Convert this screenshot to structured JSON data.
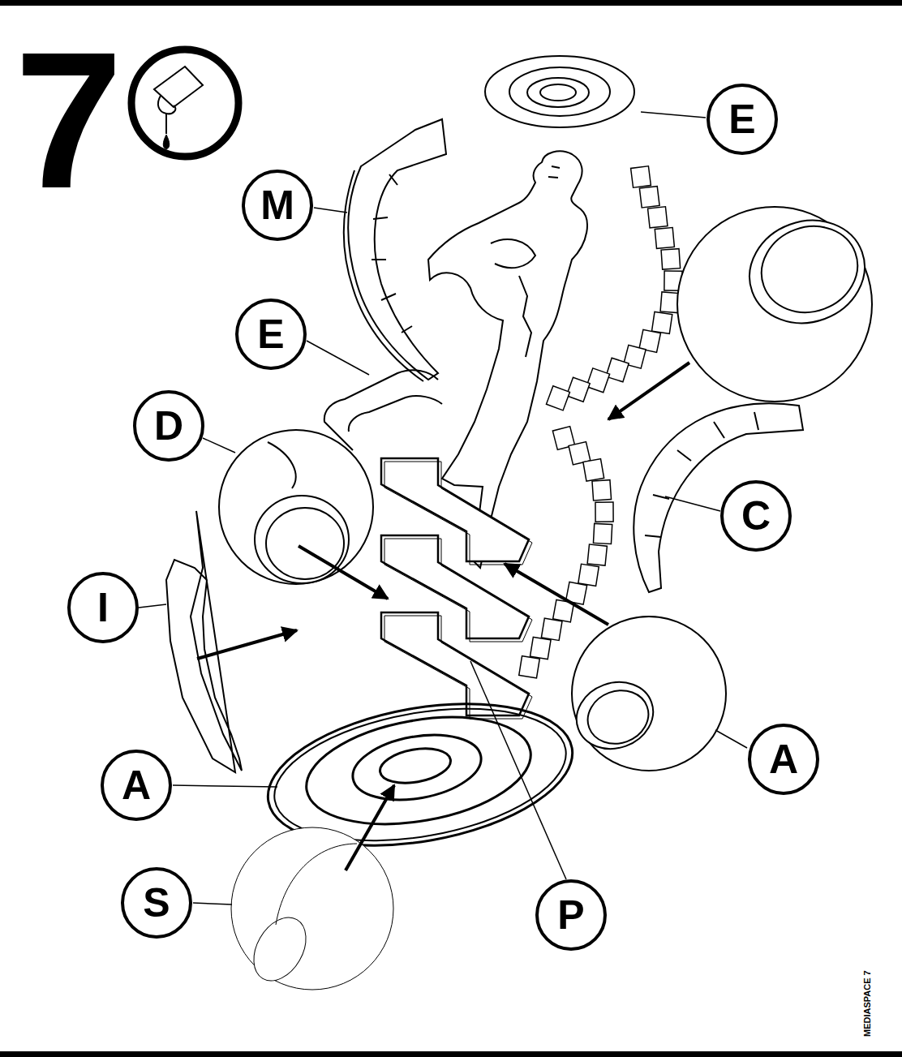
{
  "diagram": {
    "labels": [
      "7",
      "E",
      "M",
      "E",
      "D",
      "C",
      "I",
      "A",
      "A",
      "S",
      "P",
      "MEDIASPACE 7"
    ]
  }
}
